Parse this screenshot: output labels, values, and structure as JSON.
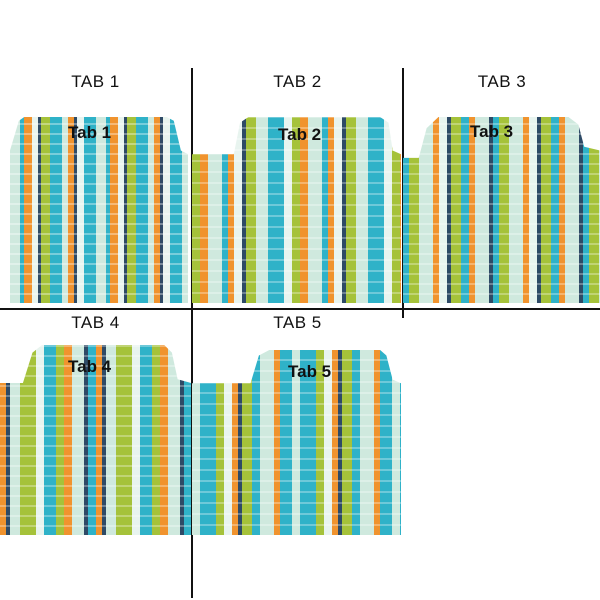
{
  "cells": [
    {
      "id": "tab1",
      "caption": "TAB 1",
      "tab_label": "Tab 1"
    },
    {
      "id": "tab2",
      "caption": "TAB 2",
      "tab_label": "Tab 2"
    },
    {
      "id": "tab3",
      "caption": "TAB 3",
      "tab_label": "Tab 3"
    },
    {
      "id": "tab4",
      "caption": "TAB 4",
      "tab_label": "Tab 4"
    },
    {
      "id": "tab5",
      "caption": "TAB 5",
      "tab_label": "Tab 5"
    }
  ],
  "colors": {
    "teal": "#2fb2c8",
    "orange": "#f0932e",
    "lime": "#a5c23a",
    "navy": "#2e4a66",
    "mint": "#cfe9de",
    "pale": "#e8f4ef"
  }
}
